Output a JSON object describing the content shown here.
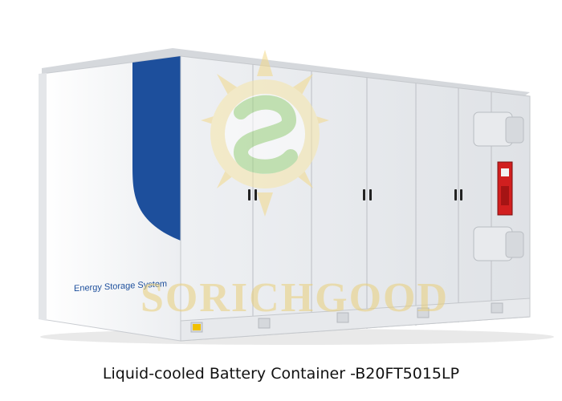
{
  "image": {
    "subject": "Liquid-cooled battery container",
    "panel_text": "Energy Storage System",
    "watermark_text": "SORICHGOOD",
    "caption": "Liquid-cooled Battery Container -B20FT5015LP"
  },
  "colors": {
    "container_white": "#f2f3f5",
    "door_grey": "#e3e5e8",
    "brand_blue": "#1d4f9c",
    "warning_red": "#d11f1f",
    "watermark_yellow": "#f3d98a",
    "watermark_green": "#9fd57f"
  }
}
